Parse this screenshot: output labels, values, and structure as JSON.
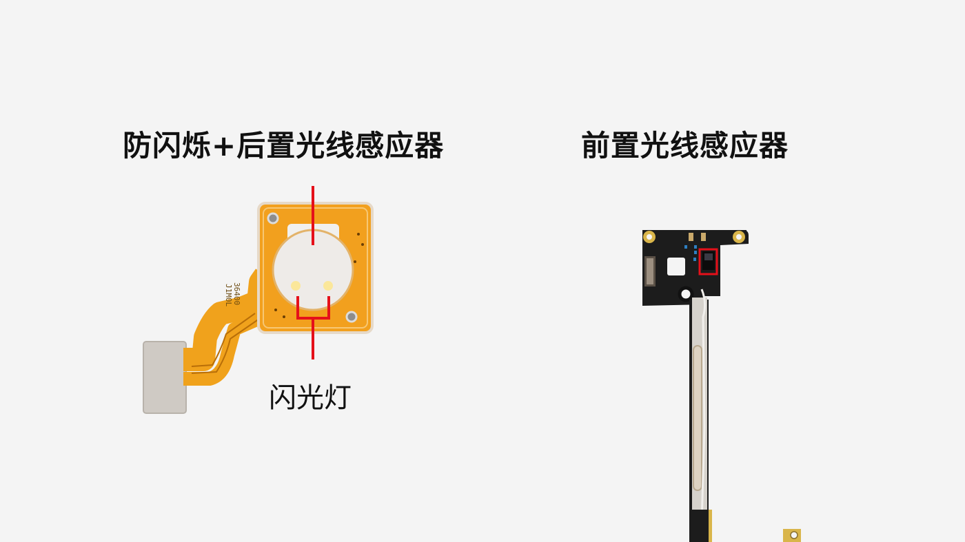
{
  "left_panel": {
    "title": "防闪烁+后置光线感应器",
    "component": "flash flex cable with anti-flicker + rear ambient light sensor",
    "callout_label": "闪光灯",
    "flex_print_text": [
      "36400",
      "J1M0L"
    ]
  },
  "right_panel": {
    "title": "前置光线感应器",
    "component": "front ambient light sensor board",
    "highlight": "front light sensor chip"
  },
  "colors": {
    "background": "#f4f4f4",
    "title_text": "#111111",
    "callout_red": "#e5101a",
    "flex_orange": "#f2a01e",
    "pcb_black": "#1c1c1c",
    "metal_silver": "#d6d2cc",
    "gold_pad": "#d9b54a"
  }
}
